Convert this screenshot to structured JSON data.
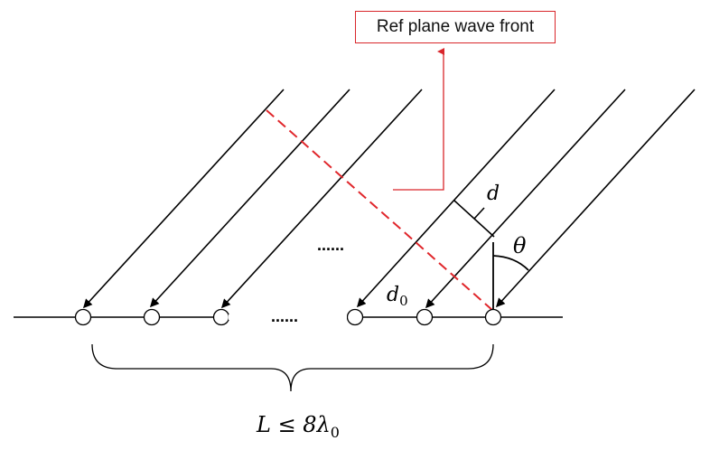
{
  "ref_label": "Ref plane wave front",
  "labels": {
    "d": "d",
    "theta": "θ",
    "d0_base": "d",
    "d0_sub": "0",
    "length_main": "L ≤ 8λ",
    "length_sub": "0",
    "ellipsis_mid": "......",
    "ellipsis_row": "......"
  },
  "elements": {
    "count": 6
  },
  "colors": {
    "line": "#000000",
    "ref": "#d9262b"
  }
}
